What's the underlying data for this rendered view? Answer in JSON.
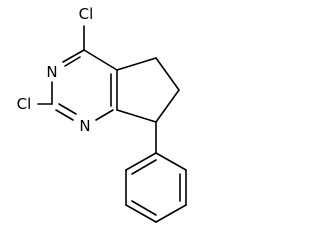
{
  "structure": {
    "atoms": {
      "cl_top": "Cl",
      "n_left": "N",
      "cl_left": "Cl",
      "n_bottom": "N"
    }
  }
}
